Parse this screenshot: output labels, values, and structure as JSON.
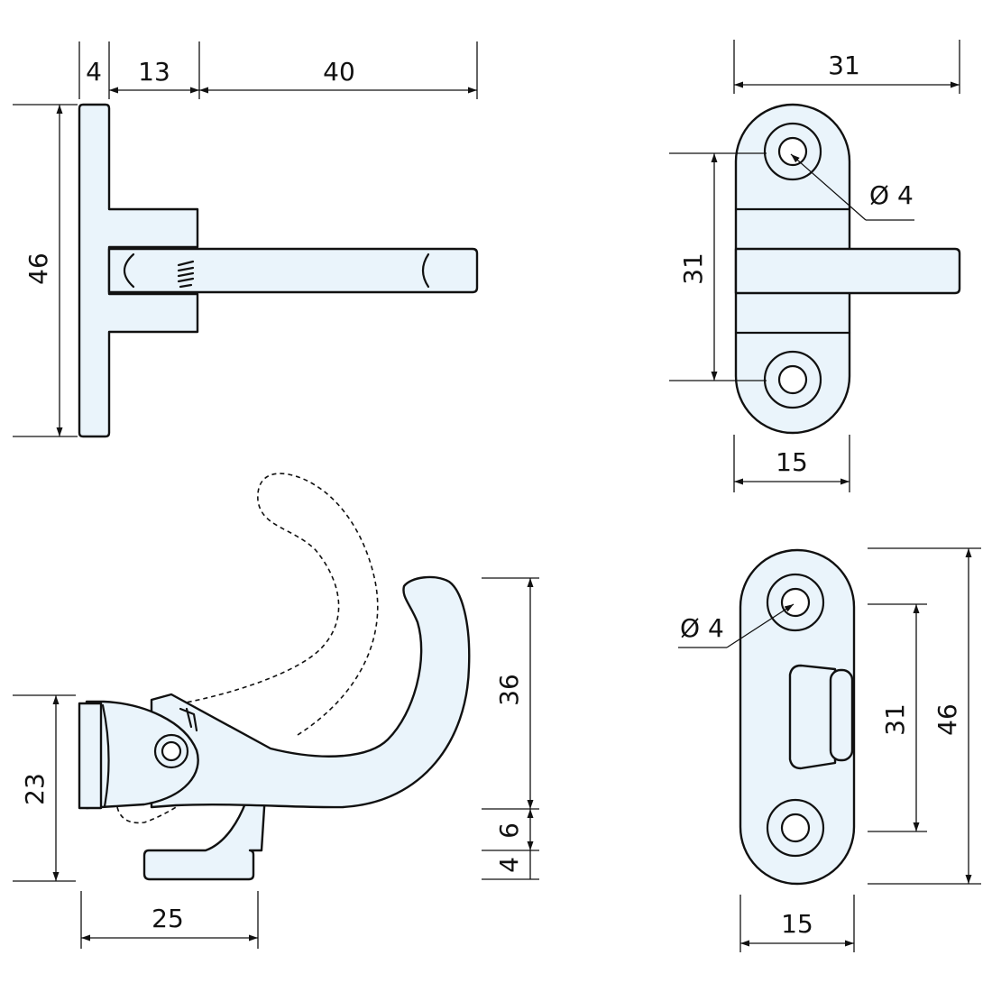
{
  "palette": {
    "part_fill": "#eaf4fb",
    "line": "#111111",
    "background": "#ffffff"
  },
  "side_view": {
    "dim_thickness": "4",
    "dim_plate_offset": "13",
    "dim_pin": "40",
    "dim_height": "46"
  },
  "top_right_view": {
    "dim_width": "31",
    "dim_height": "31",
    "dim_hole": "Ø 4",
    "dim_base": "15"
  },
  "hook_view": {
    "dim_36": "36",
    "dim_6": "6",
    "dim_4": "4",
    "dim_23": "23",
    "dim_25": "25"
  },
  "bottom_right_view": {
    "dim_hole": "Ø 4",
    "dim_31": "31",
    "dim_46": "46",
    "dim_15": "15"
  }
}
